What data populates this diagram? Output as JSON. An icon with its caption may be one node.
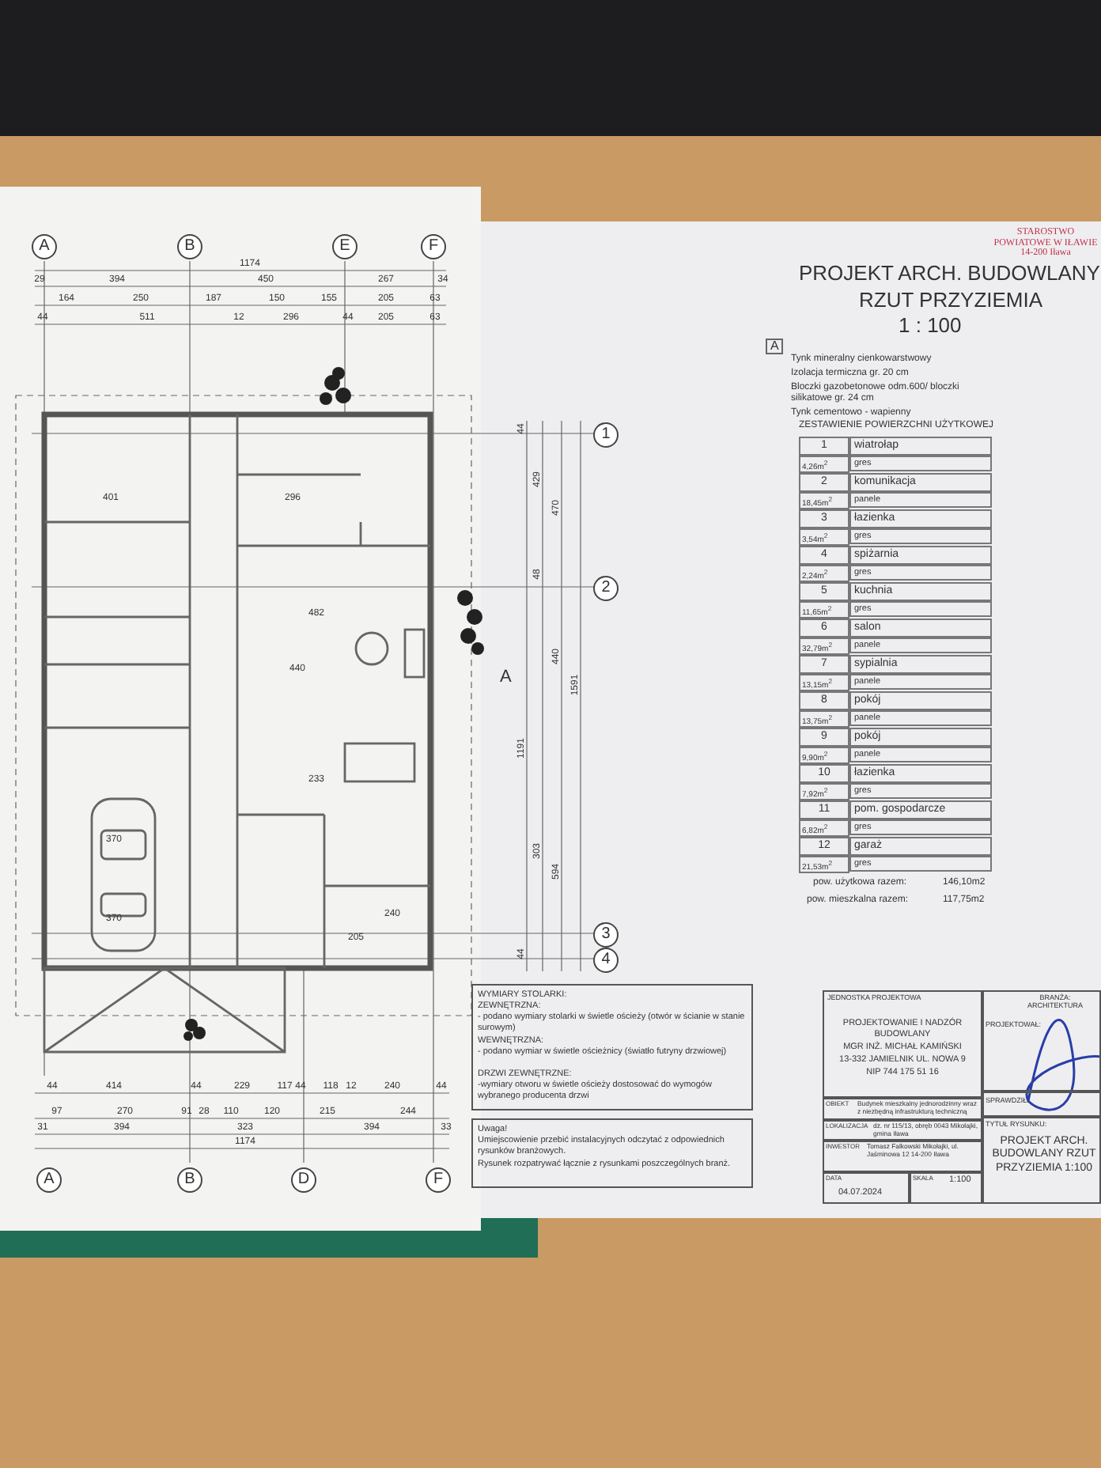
{
  "diagram": {
    "title": "PROJEKT ARCH. BUDOWLANY",
    "labels": [
      "A",
      "B",
      "E",
      "F",
      "1174",
      "29",
      "394",
      "450",
      "267",
      "34",
      "164",
      "250",
      "187",
      "150",
      "155",
      "205",
      "63",
      "44",
      "511",
      "12",
      "296",
      "44",
      "205",
      "63",
      "1",
      "2",
      "3",
      "4",
      "44",
      "429",
      "470",
      "48",
      "440",
      "1191",
      "1591",
      "303",
      "594",
      "44",
      "A",
      "401",
      "296",
      "482",
      "440",
      "233",
      "370",
      "370",
      "240",
      "205",
      "44",
      "414",
      "44",
      "229",
      "117",
      "44",
      "118",
      "12",
      "240",
      "44",
      "97",
      "270",
      "91",
      "28",
      "110",
      "120",
      "215",
      "244",
      "31",
      "394",
      "323",
      "394",
      "33",
      "1174",
      "A",
      "B",
      "D",
      "F",
      "RZUT PRZYZIEMIA",
      "1 : 100",
      "A",
      "Tynk mineralny cienkowarstwowy",
      "Izolacja termiczna gr. 20 cm",
      "Bloczki gazobetonowe odm.600/ bloczki silikatowe gr. 24 cm",
      "Tynk cementowo - wapienny",
      "ZESTAWIENIE POWIERZCHNI UŻYTKOWEJ",
      "1",
      "wiatrołap",
      "4,26m$^{2}$",
      "gres",
      "2",
      "komunikacja",
      "18,45m$^{2}$",
      "panele",
      "3",
      "łazienka",
      "3,54m$^{2}$",
      "gres",
      "4",
      "spiżarnia",
      "2,24m$^{2}$",
      "gres",
      "5",
      "kuchnia",
      "11,65m$^{2}$",
      "gres",
      "6",
      "salon",
      "32,79m$^{2}$",
      "panele",
      "7",
      "sypialnia",
      "13,15m$^{2}$",
      "panele",
      "8",
      "pokój",
      "13,75m$^{2}$",
      "panele",
      "9",
      "pokój",
      "9,90m$^{2}$",
      "panele",
      "10",
      "łazienka",
      "7,92m$^{2}$",
      "gres",
      "11",
      "pom. gospodarcze",
      "6,82m$^{2}$",
      "gres",
      "12",
      "garaż",
      "21,53m$^{2}$",
      "gres",
      "pow. użytkowa razem:",
      "146,10m2",
      "pow. mieszkalna razem:",
      "117,75m2",
      "WYMIARY STOLARKI:",
      "ZEWNĘTRZNA:",
      "- podano wymiary stolarki w świetle ościeży (otwór w ścianie w stanie surowym)",
      "WEWNĘTRZNA:",
      "- podano wymiar w świetle ościeżnicy (światło futryny drzwiowej)",
      "DRZWI ZEWNĘTRZNE:",
      "-wymiary otworu w świetle ościeży dostosować do wymogów wybranego producenta drzwi",
      "Uwaga!",
      "Umiejscowienie przebić instalacyjnych odczytać z odpowiednich rysunków branżowych.",
      "Rysunek rozpatrywać łącznie z rysunkami poszczególnych branż.",
      "JEDNOSTKA PROJEKTOWA",
      "PROJEKTOWANIE I NADZÓR BUDOWLANY",
      "MGR INŻ. MICHAŁ KAMIŃSKI",
      "13-332 JAMIELNIK UL. NOWA 9",
      "NIP 744 175 51 16",
      "OBIEKT",
      "Budynek mieszkalny jednorodzinny wraz z niezbędną infrastrukturą techniczną",
      "LOKALIZACJA",
      "dz. nr 115/13, obręb 0043 Mikołajki, gmina Iława",
      "INWESTOR",
      "Tomasz Falkowski Mikołajki, ul. Jaśminowa 12 14-200 Iława",
      "DATA",
      "04.07.2024",
      "SKALA",
      "1:100",
      "BRANŻA: ARCHITEKTURA",
      "PROJEKTOWAŁ:",
      "SPRAWDZIŁ:",
      "TYTUŁ RYSUNKU:",
      "PROJEKT ARCH. BUDOWLANY RZUT PRZYZIEMIA 1:100",
      "STAROSTWO POWIATOWE W IŁAWIE",
      "14-200 Iława"
    ]
  }
}
